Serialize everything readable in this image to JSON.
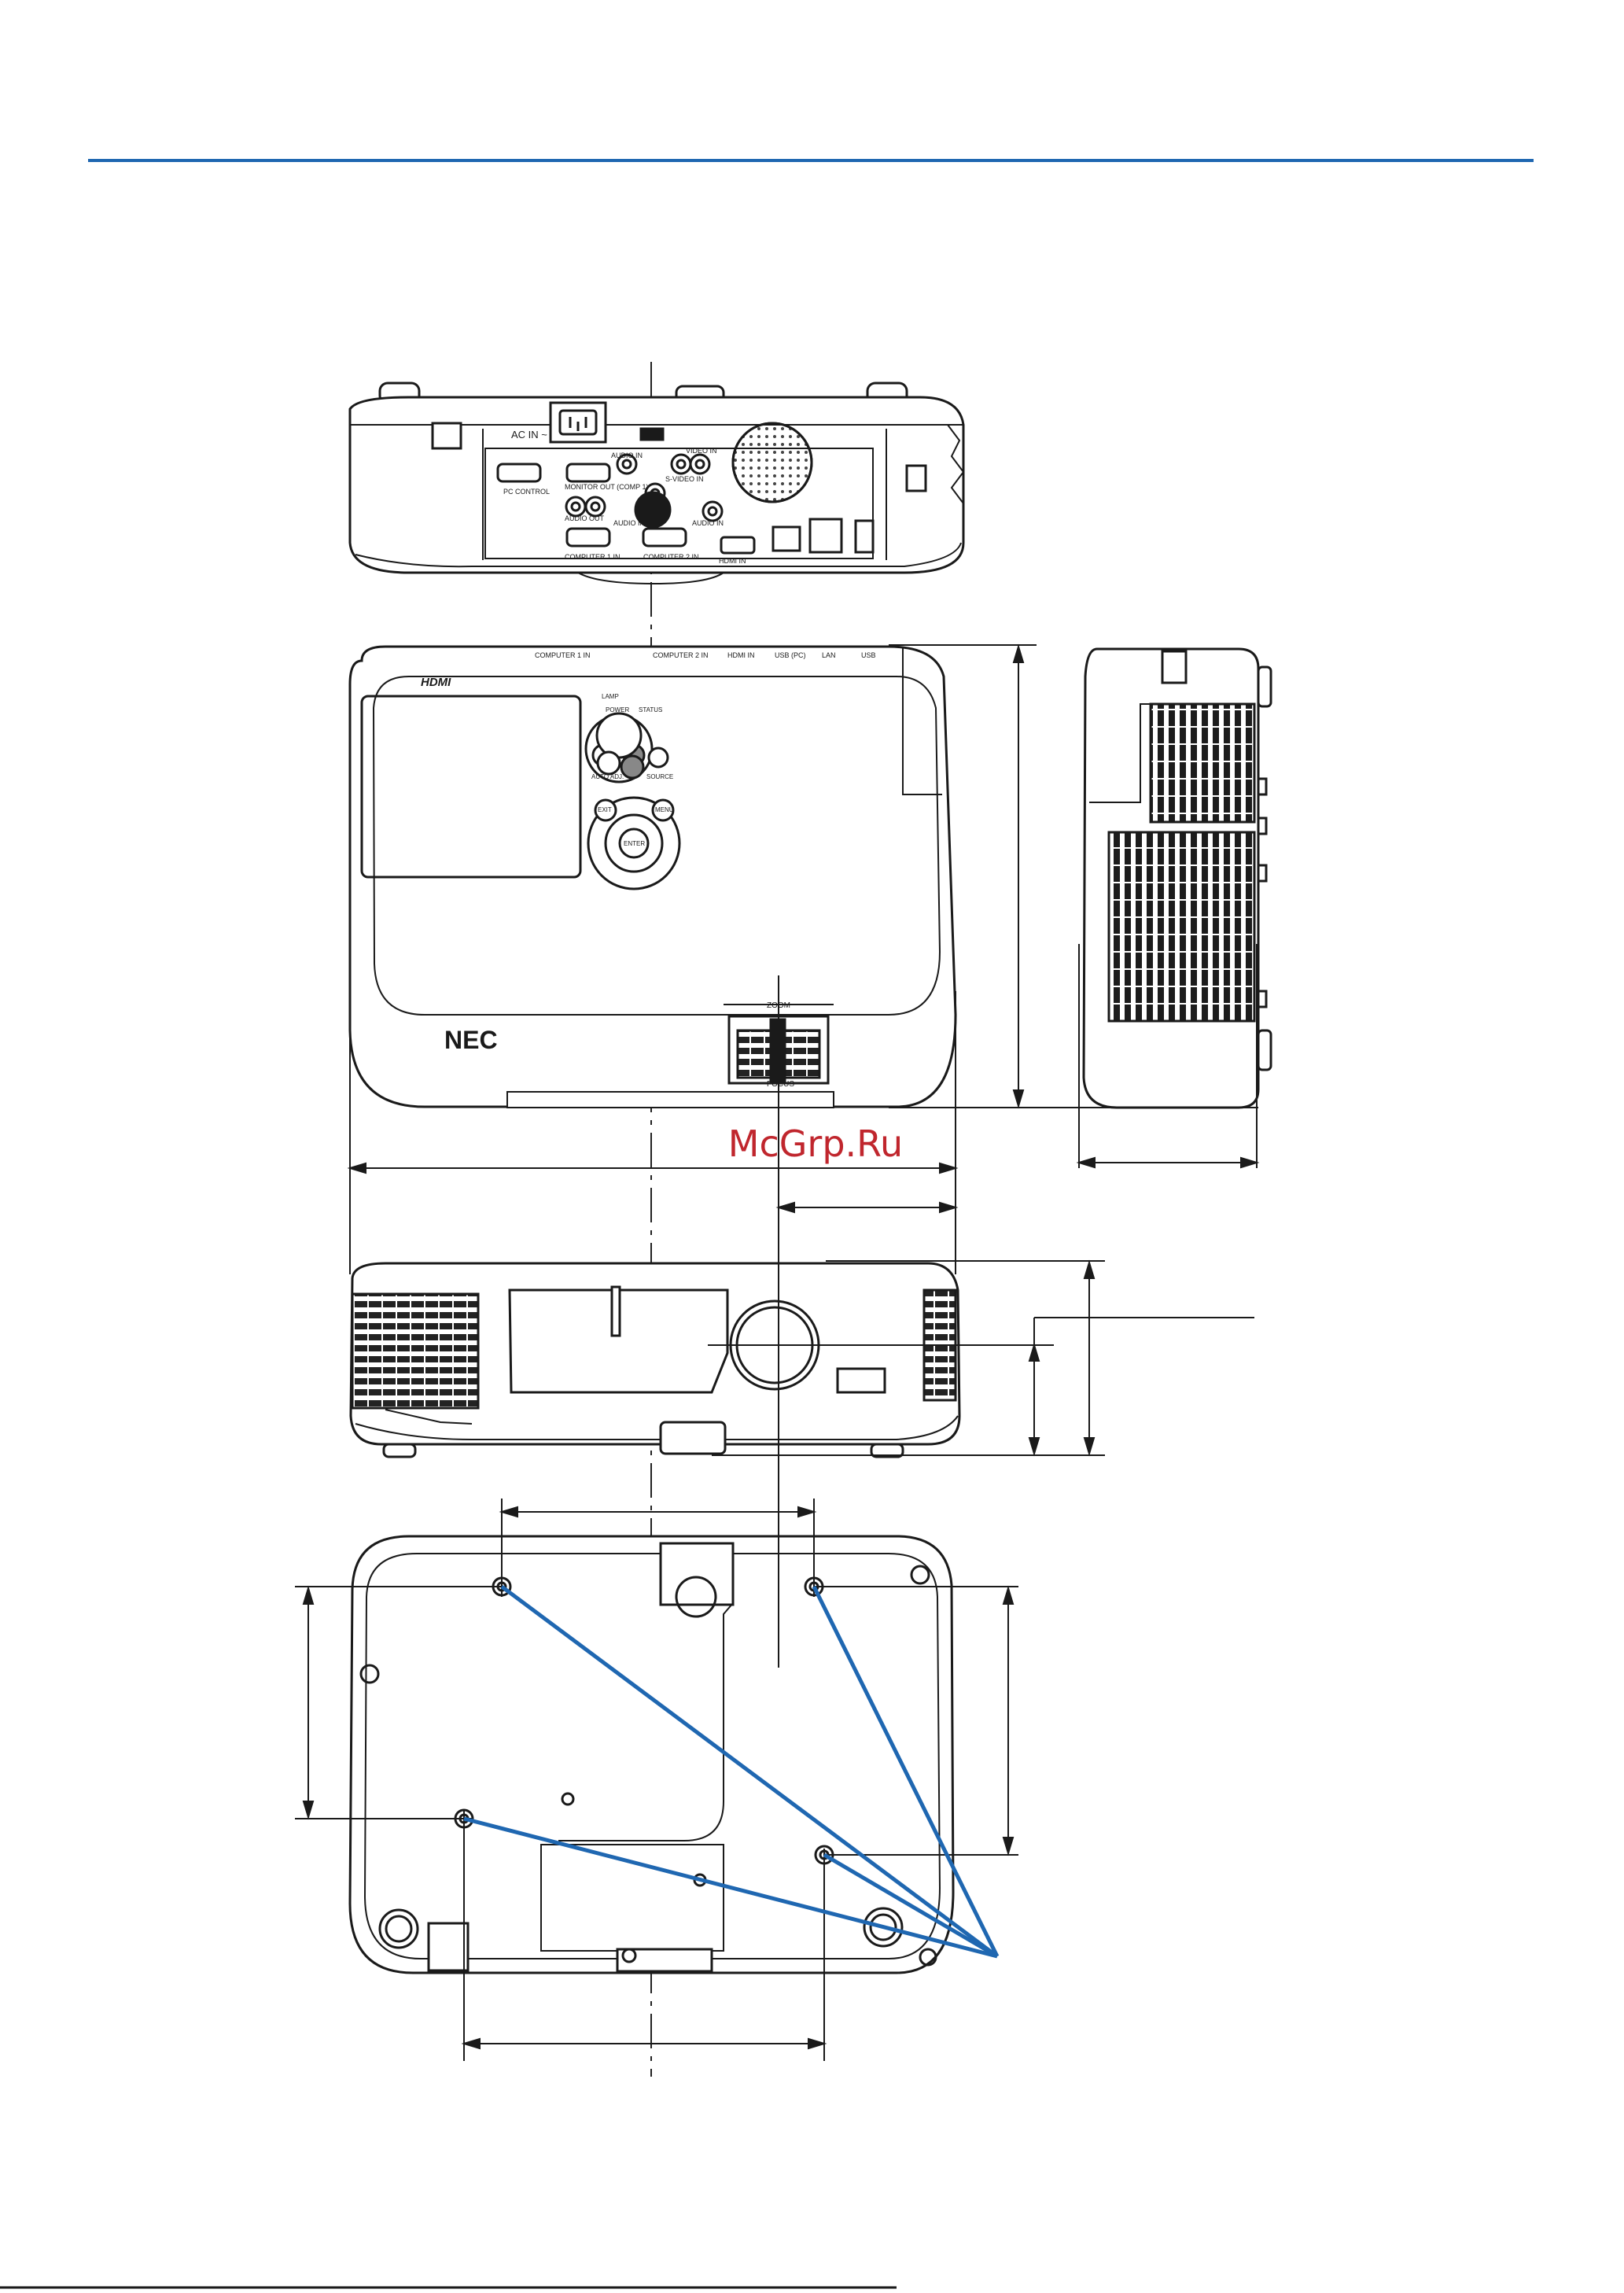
{
  "watermark": "McGrp.Ru",
  "colors": {
    "rule": "#1f67b1",
    "leader": "#1f67b1",
    "watermark": "#c0262d",
    "ink": "#1a1a1a"
  },
  "rear_panel": {
    "ac_in": "AC IN ~",
    "pc_control": "PC CONTROL",
    "monitor_out": "MONITOR OUT (COMP 1)",
    "audio_in_1": "AUDIO IN",
    "audio_out": "AUDIO OUT",
    "computer_1": "COMPUTER 1 IN",
    "computer_2": "COMPUTER 2 IN",
    "svideo": "S-VIDEO IN",
    "video": "VIDEO IN",
    "audio_in_2": "AUDIO IN",
    "audio_in_3": "AUDIO IN",
    "hdmi": "HDMI IN"
  },
  "top_view": {
    "port_labels": [
      "USB",
      "LAN",
      "USB (PC)",
      "HDMI IN",
      "COMPUTER 2 IN",
      "COMPUTER 1 IN"
    ],
    "hdmi_logo": "HDMI",
    "brand": "NEC",
    "buttons": {
      "power": "POWER",
      "lamp": "LAMP",
      "status": "STATUS",
      "auto_adj": "AUTO ADJ.",
      "source": "SOURCE",
      "menu": "MENU",
      "exit": "EXIT",
      "enter": "ENTER"
    },
    "zoom": "ZOOM",
    "focus": "FOCUS"
  }
}
